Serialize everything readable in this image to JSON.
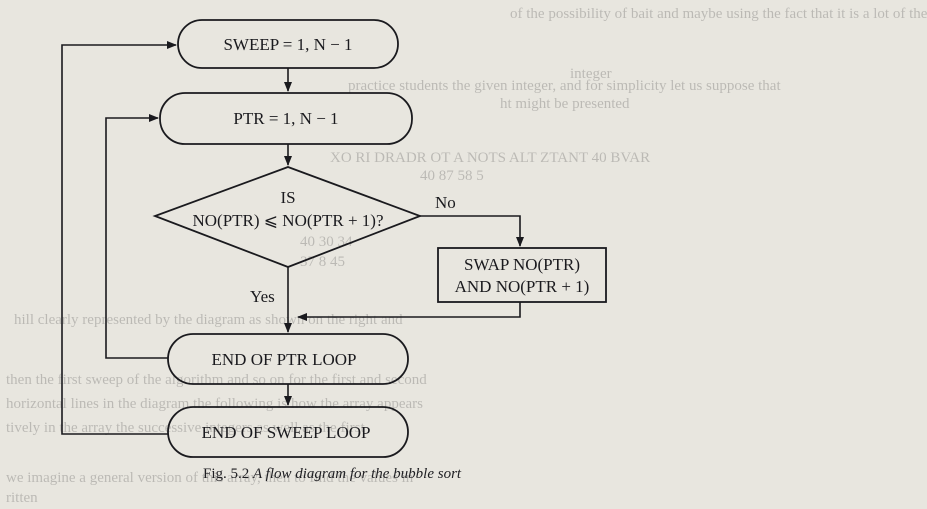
{
  "background_text_lines": [
    "of the possibility of bait and maybe using the fact that it is a lot of the",
    "integer",
    "practice students the given integer, and for simplicity let us suppose that",
    "ht might be presented",
    "XO RI DRADR OT A NOTS ALT ZTANT 40 BVAR",
    "40  87  58  5",
    "40   30   34",
    "37   8   45",
    "hill clearly represented by the diagram as shown on the right and",
    "then the first sweep of the algorithm and so on for the first and second",
    "horizontal lines in the diagram the following is how the array appears",
    "tively in the array the successive integers as well as the first",
    "we imagine a general version of this array, then to find the values in",
    "ritten"
  ],
  "flowchart": {
    "sweep_start": "SWEEP = 1, N − 1",
    "ptr_start": "PTR = 1, N − 1",
    "decision_line1": "IS",
    "decision_line2": "NO(PTR) ⩽ NO(PTR + 1)?",
    "no_label": "No",
    "yes_label": "Yes",
    "swap_line1": "SWAP NO(PTR)",
    "swap_line2": "AND NO(PTR + 1)",
    "end_ptr": "END OF PTR LOOP",
    "end_sweep": "END OF SWEEP LOOP"
  },
  "caption": {
    "figure_number": "Fig. 5.2",
    "figure_title": "A flow diagram for the bubble sort"
  }
}
